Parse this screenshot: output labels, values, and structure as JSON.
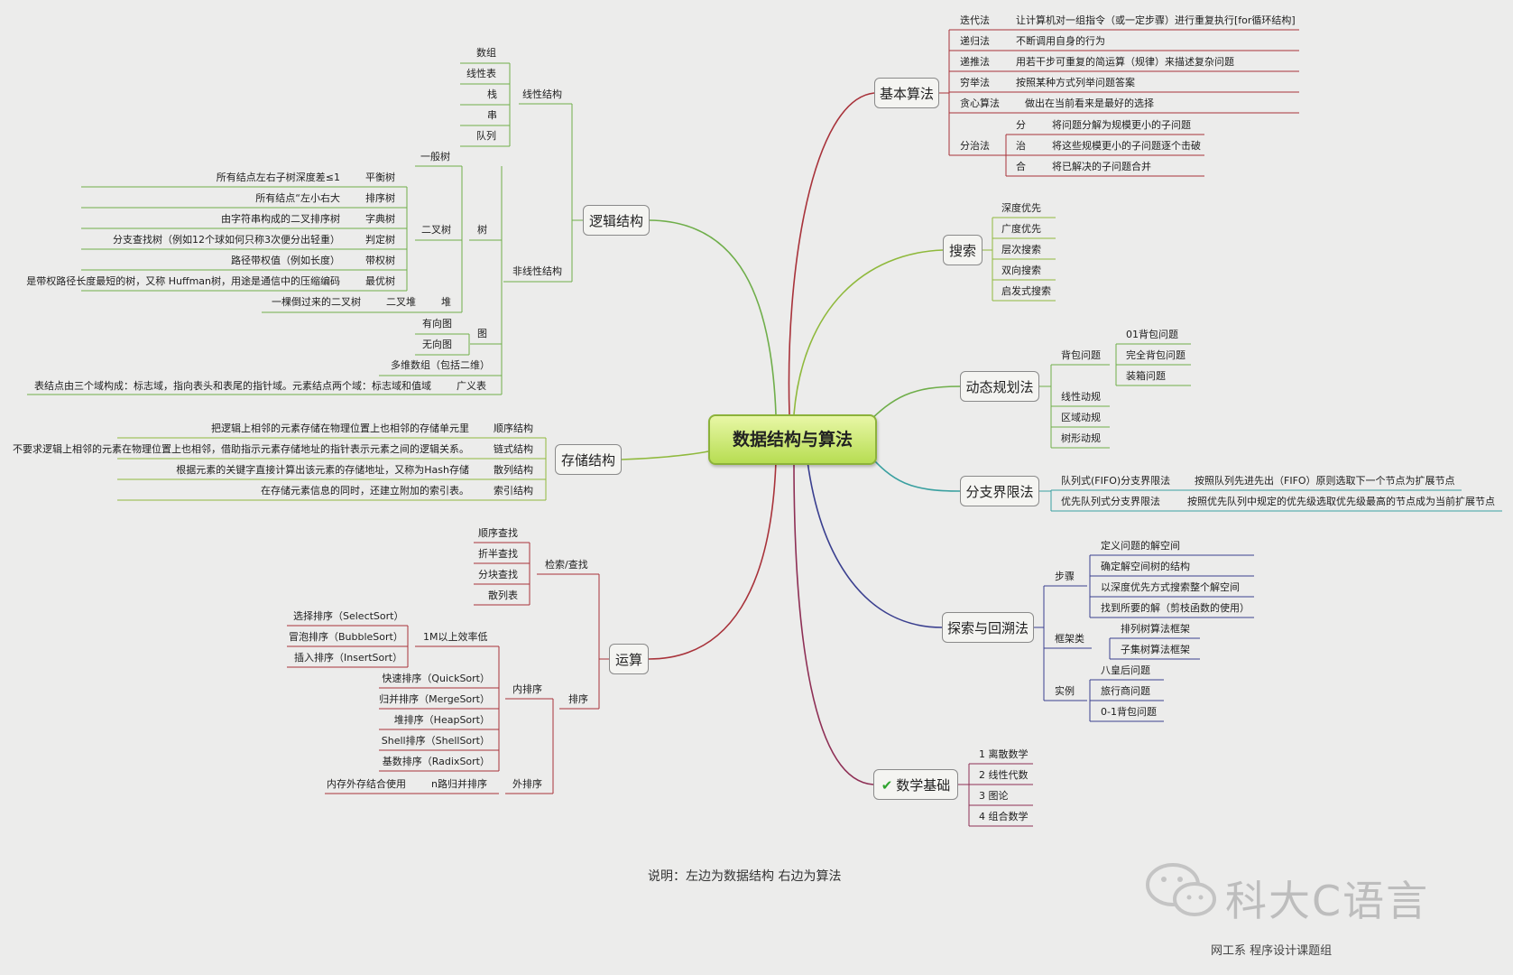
{
  "central": "数据结构与算法",
  "note": "说明：左边为数据结构  右边为算法",
  "watermark": {
    "text": "科大C语言",
    "subtitle": "网工系  程序设计课题组"
  },
  "left": {
    "logic": {
      "title": "逻辑结构",
      "linear": {
        "label": "线性结构",
        "items": [
          "数组",
          "线性表",
          "栈",
          "串",
          "队列"
        ]
      },
      "nonlinear": {
        "label": "非线性结构",
        "tree": {
          "label": "树",
          "general": "一般树",
          "binary": {
            "label": "二叉树",
            "items": [
              {
                "name": "平衡树",
                "desc": "所有结点左右子树深度差≤1"
              },
              {
                "name": "排序树",
                "desc": "所有结点“左小右大"
              },
              {
                "name": "字典树",
                "desc": "由字符串构成的二叉排序树"
              },
              {
                "name": "判定树",
                "desc": "分支查找树（例如12个球如何只称3次便分出轻重）"
              },
              {
                "name": "带权树",
                "desc": "路径带权值（例如长度）"
              },
              {
                "name": "最优树",
                "desc": "是带权路径长度最短的树，又称 Huffman树，用途是通信中的压缩编码"
              }
            ]
          },
          "heap": {
            "label": "堆",
            "sub": "二叉堆",
            "desc": "一棵倒过来的二叉树"
          }
        },
        "graph": {
          "label": "图",
          "items": [
            "有向图",
            "无向图"
          ]
        },
        "multiarray": "多维数组（包括二维）",
        "generalized": {
          "label": "广义表",
          "desc": "表结点由三个域构成：标志域，指向表头和表尾的指针域。元素结点两个域：标志域和值域"
        }
      }
    },
    "storage": {
      "title": "存储结构",
      "items": [
        {
          "name": "顺序结构",
          "desc": "把逻辑上相邻的元素存储在物理位置上也相邻的存储单元里"
        },
        {
          "name": "链式结构",
          "desc": "不要求逻辑上相邻的元素在物理位置上也相邻，借助指示元素存储地址的指针表示元素之间的逻辑关系。"
        },
        {
          "name": "散列结构",
          "desc": "根据元素的关键字直接计算出该元素的存储地址，又称为Hash存储"
        },
        {
          "name": "索引结构",
          "desc": "在存储元素信息的同时，还建立附加的索引表。"
        }
      ]
    },
    "ops": {
      "title": "运算",
      "search": {
        "label": "检索/查找",
        "items": [
          "顺序查找",
          "折半查找",
          "分块查找",
          "散列表"
        ]
      },
      "sort": {
        "label": "排序",
        "internal": {
          "label": "内排序",
          "slow_label": "1M以上效率低",
          "slow": [
            "选择排序（SelectSort）",
            "冒泡排序（BubbleSort）",
            "插入排序（InsertSort）"
          ],
          "items": [
            "快速排序（QuickSort）",
            "归并排序（MergeSort）",
            "堆排序（HeapSort）",
            "Shell排序（ShellSort）",
            "基数排序（RadixSort）"
          ]
        },
        "external": {
          "label": "外排序",
          "sub": "n路归并排序",
          "desc": "内存外存结合使用"
        }
      }
    }
  },
  "right": {
    "basic": {
      "title": "基本算法",
      "items": [
        {
          "name": "迭代法",
          "desc": "让计算机对一组指令（或一定步骤）进行重复执行[for循环结构]"
        },
        {
          "name": "递归法",
          "desc": "不断调用自身的行为"
        },
        {
          "name": "递推法",
          "desc": "用若干步可重复的简运算（规律）来描述复杂问题"
        },
        {
          "name": "穷举法",
          "desc": "按照某种方式列举问题答案"
        },
        {
          "name": "贪心算法",
          "desc": "做出在当前看来是最好的选择"
        }
      ],
      "divide": {
        "name": "分治法",
        "items": [
          {
            "name": "分",
            "desc": "将问题分解为规模更小的子问题"
          },
          {
            "name": "治",
            "desc": "将这些规模更小的子问题逐个击破"
          },
          {
            "name": "合",
            "desc": "将已解决的子问题合并"
          }
        ]
      }
    },
    "search": {
      "title": "搜索",
      "items": [
        "深度优先",
        "广度优先",
        "层次搜索",
        "双向搜索",
        "启发式搜索"
      ]
    },
    "dp": {
      "title": "动态规划法",
      "knapsack": {
        "label": "背包问题",
        "items": [
          "01背包问题",
          "完全背包问题",
          "装箱问题"
        ]
      },
      "items": [
        "线性动规",
        "区域动规",
        "树形动规"
      ]
    },
    "bb": {
      "title": "分支界限法",
      "items": [
        {
          "name": "队列式(FIFO)分支界限法",
          "desc": "按照队列先进先出（FIFO）原则选取下一个节点为扩展节点"
        },
        {
          "name": "优先队列式分支界限法",
          "desc": "按照优先队列中规定的优先级选取优先级最高的节点成为当前扩展节点"
        }
      ]
    },
    "backtrack": {
      "title": "探索与回溯法",
      "steps": {
        "label": "步骤",
        "items": [
          "定义问题的解空间",
          "确定解空间树的结构",
          "以深度优先方式搜索整个解空间",
          "找到所要的解（剪枝函数的使用）"
        ]
      },
      "frames": {
        "label": "框架类",
        "items": [
          "排列树算法框架",
          "子集树算法框架"
        ]
      },
      "examples": {
        "label": "实例",
        "items": [
          "八皇后问题",
          "旅行商问题",
          "0-1背包问题"
        ]
      }
    },
    "math": {
      "title": "数学基础",
      "items": [
        "1 离散数学",
        "2 线性代数",
        "3 图论",
        "4 组合数学"
      ]
    }
  },
  "colors": {
    "green": "#6fae4a",
    "red": "#a8323a",
    "navy": "#3a3f8f",
    "teal": "#3aa0a0",
    "lime": "#8fb93c",
    "maroon": "#8e2f55"
  }
}
